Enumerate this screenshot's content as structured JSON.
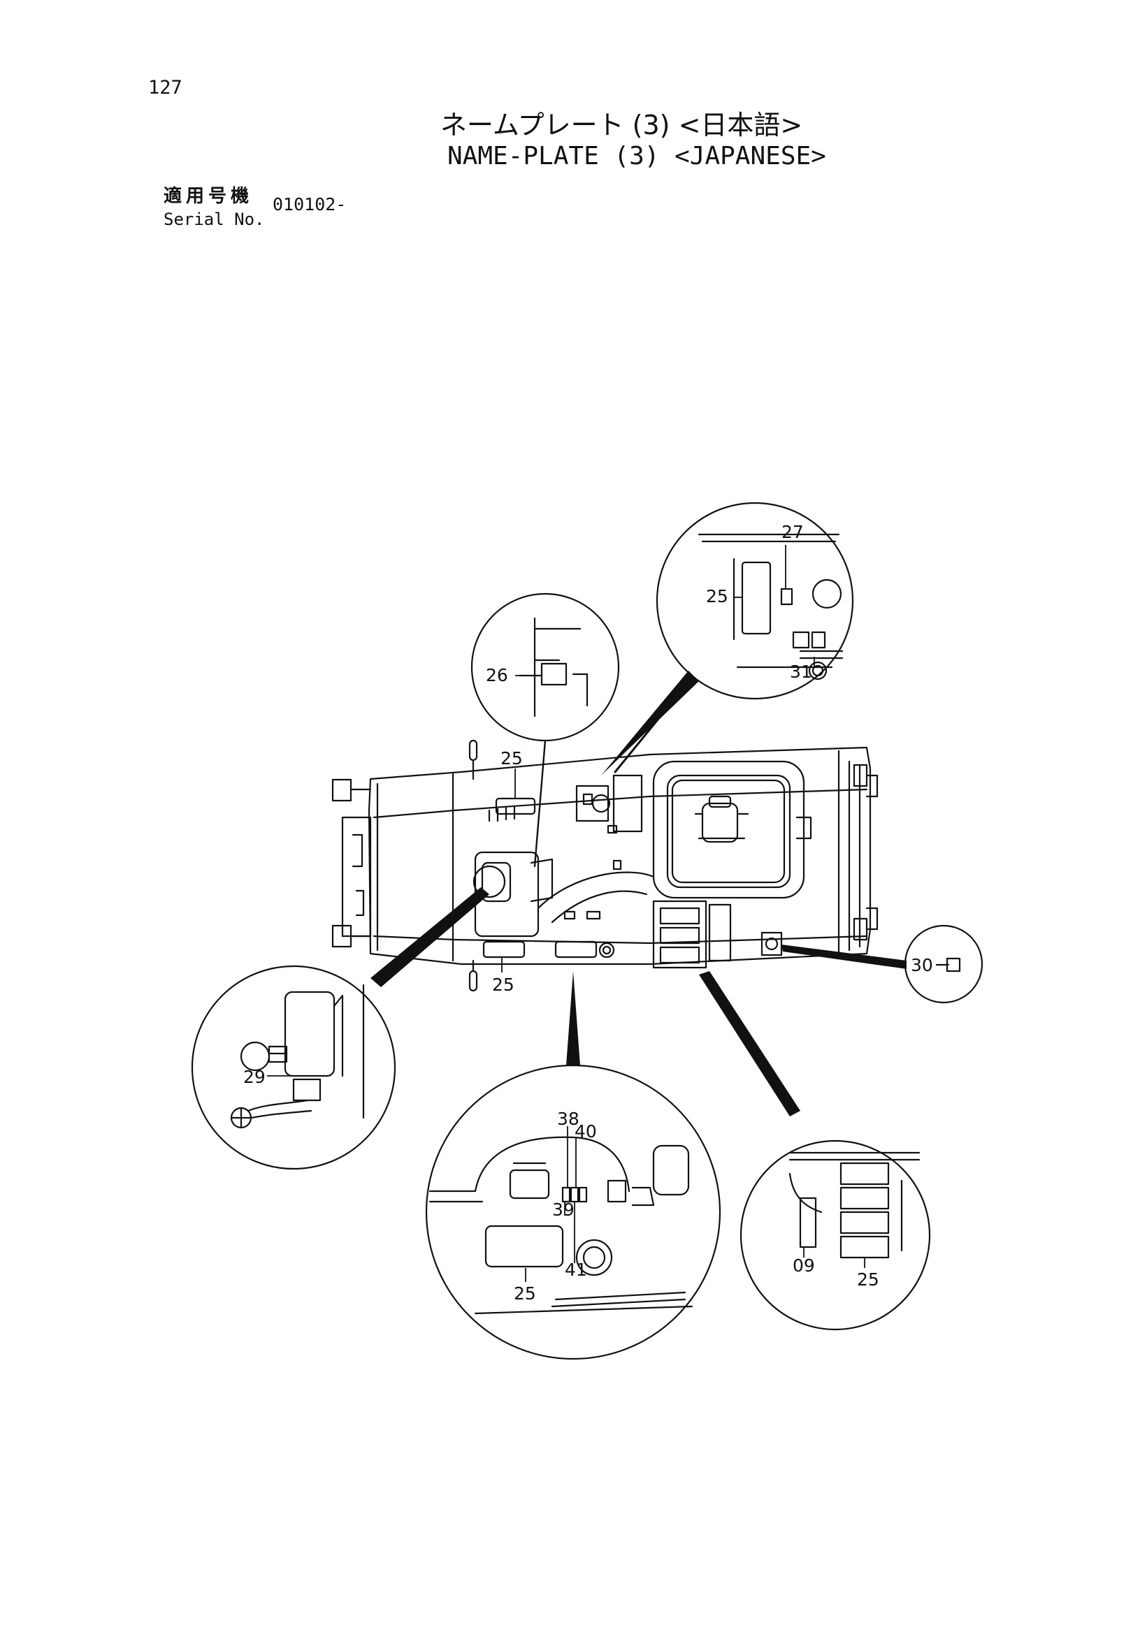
{
  "header": {
    "page_number": "127",
    "title_jp": "ネームプレート (3) <日本語>",
    "title_en": "NAME-PLATE (3) <JAPANESE>",
    "serial_label_jp": "適用号機",
    "serial_label_en": "Serial No.",
    "serial_value": "010102-"
  },
  "callouts": {
    "c25_top": "25",
    "c25_left_bottom": "25",
    "c26": "26",
    "c25_detail": "25",
    "c27": "27",
    "c31": "31",
    "c29": "29",
    "c38": "38",
    "c40": "40",
    "c39": "39",
    "c41": "41",
    "c25_bottom_detail": "25",
    "c09": "09",
    "c25_right_detail": "25",
    "c30": "30"
  }
}
